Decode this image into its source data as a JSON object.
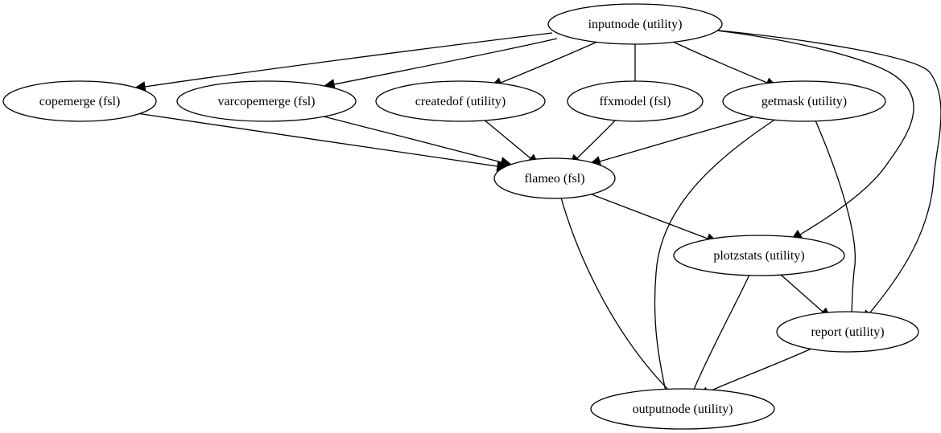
{
  "graph": {
    "nodes": [
      {
        "id": "inputnode",
        "label": "inputnode (utility)"
      },
      {
        "id": "copemerge",
        "label": "copemerge (fsl)"
      },
      {
        "id": "varcopemerge",
        "label": "varcopemerge (fsl)"
      },
      {
        "id": "createdof",
        "label": "createdof (utility)"
      },
      {
        "id": "ffxmodel",
        "label": "ffxmodel (fsl)"
      },
      {
        "id": "getmask",
        "label": "getmask (utility)"
      },
      {
        "id": "flameo",
        "label": "flameo (fsl)"
      },
      {
        "id": "plotzstats",
        "label": "plotzstats (utility)"
      },
      {
        "id": "report",
        "label": "report (utility)"
      },
      {
        "id": "outputnode",
        "label": "outputnode (utility)"
      }
    ],
    "edges": [
      {
        "from": "inputnode",
        "to": "copemerge"
      },
      {
        "from": "inputnode",
        "to": "varcopemerge"
      },
      {
        "from": "inputnode",
        "to": "createdof"
      },
      {
        "from": "inputnode",
        "to": "ffxmodel"
      },
      {
        "from": "inputnode",
        "to": "getmask"
      },
      {
        "from": "inputnode",
        "to": "plotzstats"
      },
      {
        "from": "inputnode",
        "to": "report"
      },
      {
        "from": "copemerge",
        "to": "flameo"
      },
      {
        "from": "varcopemerge",
        "to": "flameo"
      },
      {
        "from": "createdof",
        "to": "flameo"
      },
      {
        "from": "ffxmodel",
        "to": "flameo"
      },
      {
        "from": "getmask",
        "to": "flameo"
      },
      {
        "from": "getmask",
        "to": "outputnode"
      },
      {
        "from": "getmask",
        "to": "report"
      },
      {
        "from": "flameo",
        "to": "plotzstats"
      },
      {
        "from": "flameo",
        "to": "outputnode"
      },
      {
        "from": "plotzstats",
        "to": "report"
      },
      {
        "from": "plotzstats",
        "to": "outputnode"
      },
      {
        "from": "report",
        "to": "outputnode"
      }
    ]
  }
}
